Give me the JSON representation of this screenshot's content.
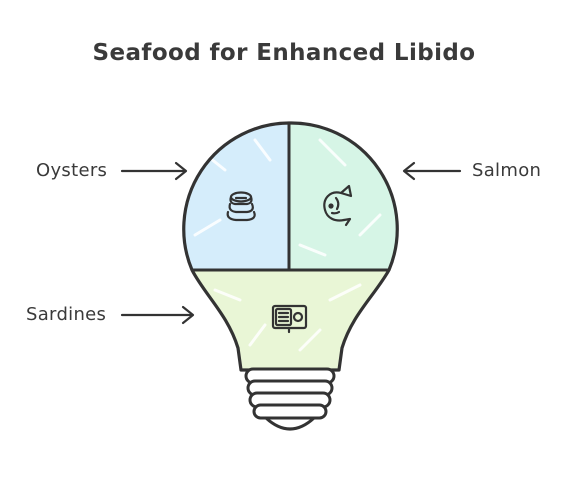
{
  "title": "Seafood for Enhanced Libido",
  "segments": [
    {
      "label": "Oysters",
      "icon": "oyster-stack-icon",
      "fill": "#d5edfb"
    },
    {
      "label": "Salmon",
      "icon": "fish-icon",
      "fill": "#d6f5e6"
    },
    {
      "label": "Sardines",
      "icon": "sardine-tin-icon",
      "fill": "#e9f6d6"
    }
  ],
  "colors": {
    "outline": "#333333",
    "text": "#3a3a3a"
  }
}
